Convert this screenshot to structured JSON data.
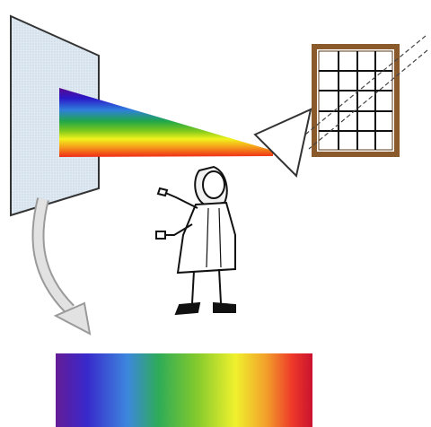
{
  "diagram": {
    "elements": [
      {
        "id": "screen",
        "kind": "screen",
        "color": "#dfe9f2"
      },
      {
        "id": "window",
        "kind": "window",
        "frame_color": "#8a5a2b"
      },
      {
        "id": "incoming-light-beam",
        "kind": "light-beam"
      },
      {
        "id": "prism",
        "kind": "prism"
      },
      {
        "id": "dispersed-spectrum-beam",
        "kind": "light-beam"
      },
      {
        "id": "observer-figure",
        "kind": "person"
      },
      {
        "id": "curved-arrow",
        "kind": "arrow",
        "color": "#d9d9d9"
      },
      {
        "id": "spectrum-strip",
        "kind": "spectrum"
      }
    ],
    "spectrum_colors": [
      "#5a0a8e",
      "#2a18c8",
      "#2f7fdc",
      "#1fa64a",
      "#7cc81c",
      "#f2f21c",
      "#f59a1a",
      "#ef2a18",
      "#c8001e"
    ]
  }
}
